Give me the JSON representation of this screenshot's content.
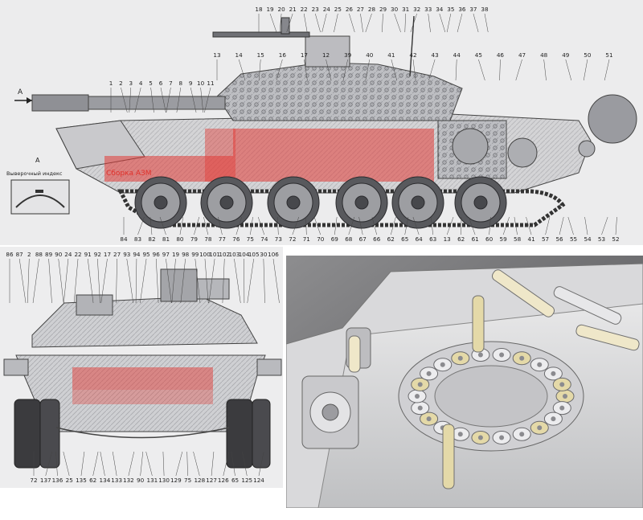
{
  "side_view": {
    "top_numbers": [
      "18",
      "19",
      "20",
      "21",
      "22",
      "23",
      "24",
      "25",
      "26",
      "27",
      "28",
      "29",
      "30",
      "31",
      "32",
      "33",
      "34",
      "35",
      "36",
      "37",
      "38"
    ],
    "upper_numbers": [
      "13",
      "14",
      "15",
      "16",
      "17",
      "12",
      "39",
      "40",
      "41",
      "42",
      "43",
      "44",
      "45",
      "46",
      "47",
      "48",
      "49",
      "50",
      "51"
    ],
    "left_numbers": [
      "1",
      "2",
      "3",
      "4",
      "5",
      "6",
      "7",
      "8",
      "9",
      "10",
      "11"
    ],
    "bottom_numbers": [
      "84",
      "83",
      "82",
      "81",
      "80",
      "79",
      "78",
      "77",
      "76",
      "75",
      "74",
      "73",
      "72",
      "71",
      "70",
      "69",
      "68",
      "67",
      "66",
      "62",
      "65",
      "64",
      "63",
      "13",
      "62",
      "61",
      "60",
      "59",
      "58",
      "41",
      "57",
      "56",
      "55",
      "54",
      "53",
      "52"
    ],
    "arrow_label": "A",
    "inset_label": "A",
    "inset_caption": "Выверочный индекс",
    "red_label": "Сборка АЗМ"
  },
  "front_view": {
    "top_numbers": [
      "86",
      "87",
      "2",
      "88",
      "89",
      "90",
      "24",
      "22",
      "91",
      "92",
      "17",
      "27",
      "93",
      "94",
      "95",
      "96",
      "97",
      "19",
      "98",
      "99",
      "100",
      "101",
      "102",
      "103",
      "104",
      "105",
      "30",
      "106"
    ],
    "bottom_numbers": [
      "72",
      "137",
      "136",
      "25",
      "135",
      "62",
      "134",
      "133",
      "132",
      "90",
      "131",
      "130",
      "129",
      "75",
      "128",
      "127",
      "126",
      "65",
      "125",
      "124"
    ]
  },
  "render_view": {}
}
